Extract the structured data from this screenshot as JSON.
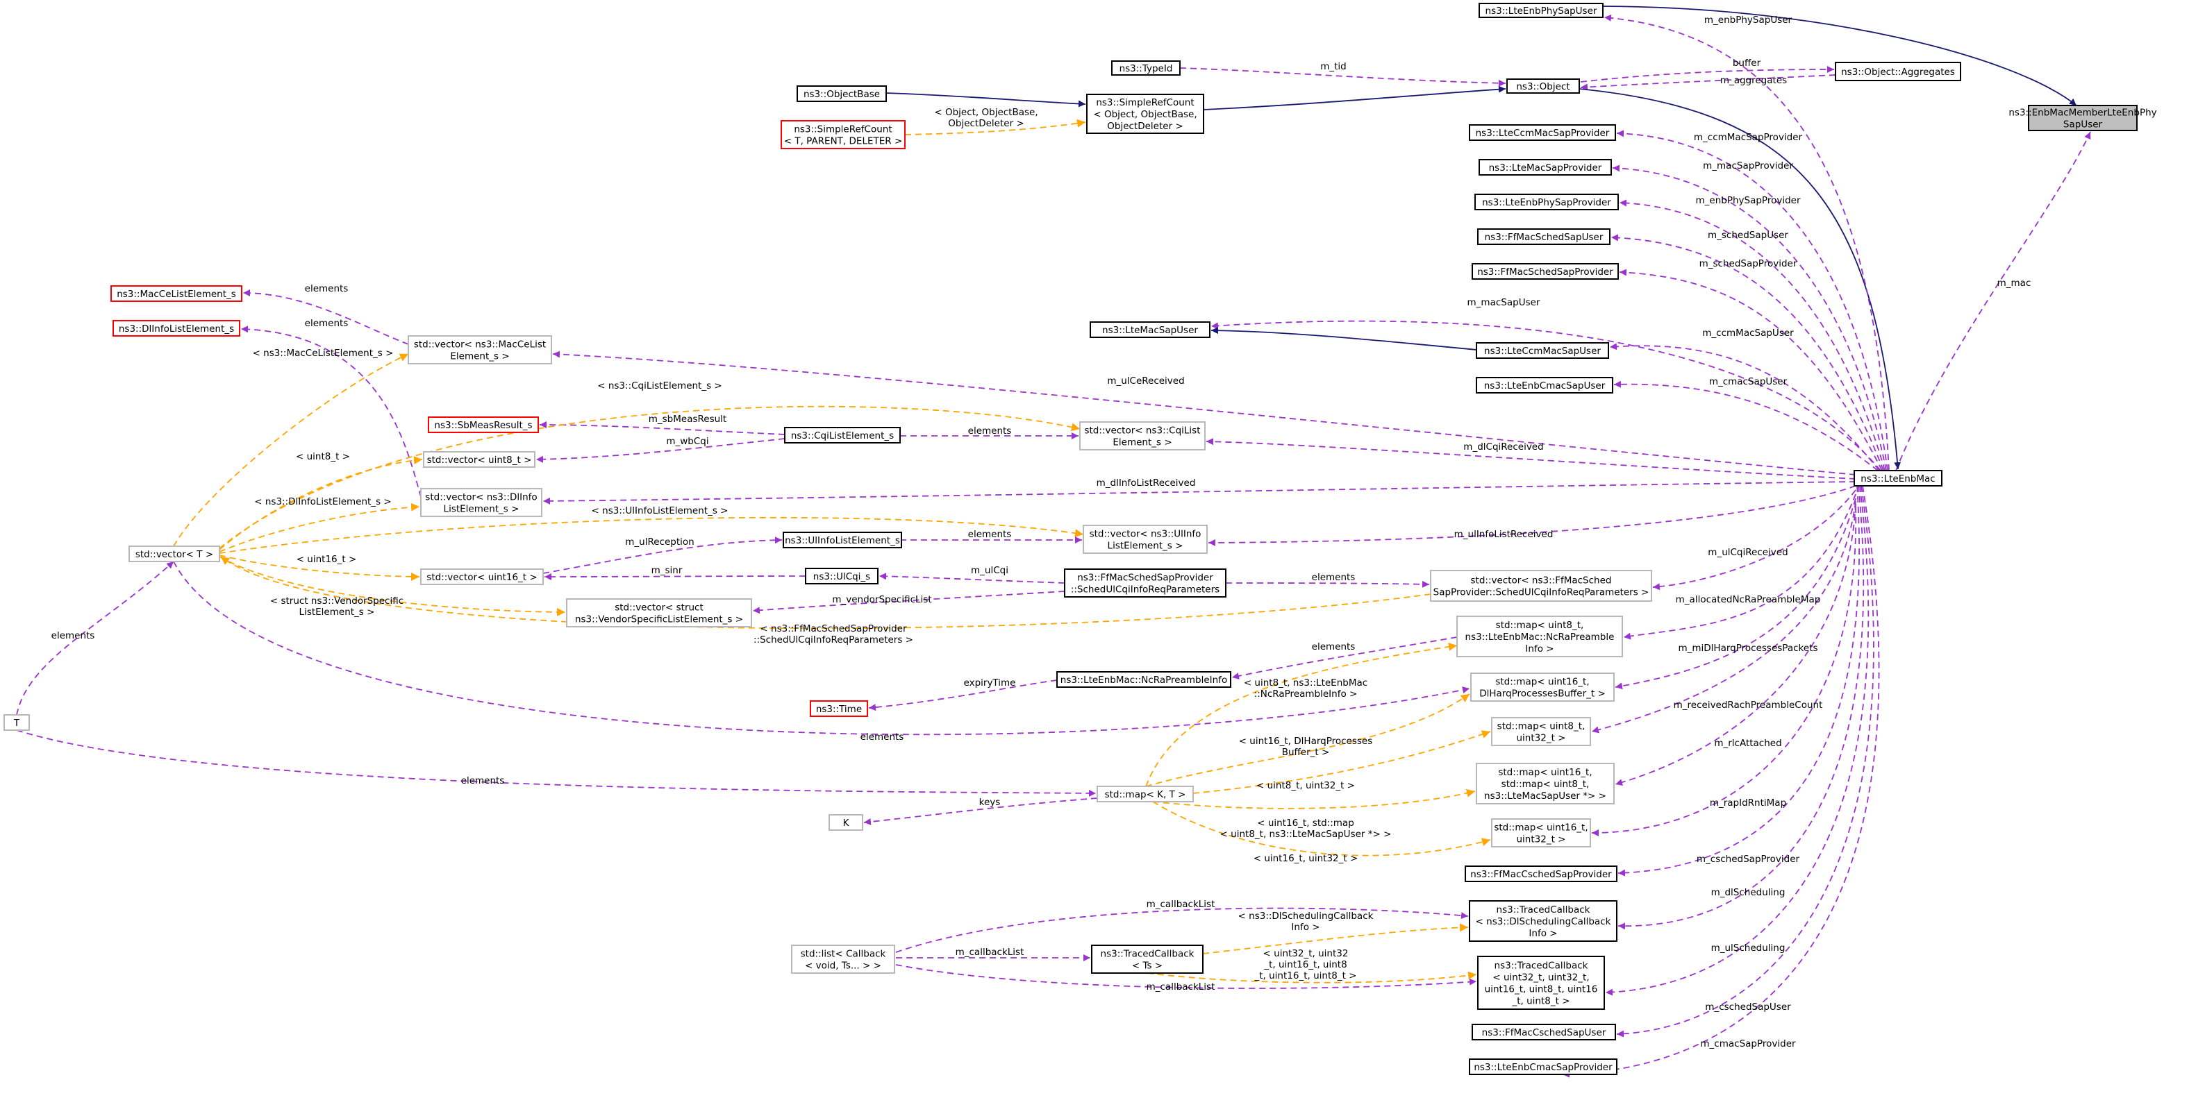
{
  "diagram": {
    "title": "",
    "nodes": [
      {
        "id": "enbMember",
        "label": [
          "ns3::EnbMacMemberLteEnbPhy",
          "SapUser"
        ],
        "style": "focus",
        "interactable": true
      },
      {
        "id": "phySapUser",
        "label": [
          "ns3::LteEnbPhySapUser"
        ],
        "style": "solid",
        "interactable": true
      },
      {
        "id": "typeId",
        "label": [
          "ns3::TypeId"
        ],
        "style": "solid",
        "interactable": true
      },
      {
        "id": "object",
        "label": [
          "ns3::Object"
        ],
        "style": "solid",
        "interactable": true
      },
      {
        "id": "aggregates",
        "label": [
          "ns3::Object::Aggregates"
        ],
        "style": "solid",
        "interactable": true
      },
      {
        "id": "objectBase",
        "label": [
          "ns3::ObjectBase"
        ],
        "style": "solid",
        "interactable": true
      },
      {
        "id": "srcObj",
        "label": [
          "ns3::SimpleRefCount",
          "< Object, ObjectBase,",
          "ObjectDeleter >"
        ],
        "style": "solid",
        "interactable": true
      },
      {
        "id": "srcTpl",
        "label": [
          "ns3::SimpleRefCount",
          "< T, PARENT, DELETER >"
        ],
        "style": "red",
        "interactable": true
      },
      {
        "id": "ccmMacSapProv",
        "label": [
          "ns3::LteCcmMacSapProvider"
        ],
        "style": "solid",
        "interactable": true
      },
      {
        "id": "macSapProv",
        "label": [
          "ns3::LteMacSapProvider"
        ],
        "style": "solid",
        "interactable": true
      },
      {
        "id": "enbPhySapProv",
        "label": [
          "ns3::LteEnbPhySapProvider"
        ],
        "style": "solid",
        "interactable": true
      },
      {
        "id": "ffSchedSapUser",
        "label": [
          "ns3::FfMacSchedSapUser"
        ],
        "style": "solid",
        "interactable": true
      },
      {
        "id": "ffSchedSapProv",
        "label": [
          "ns3::FfMacSchedSapProvider"
        ],
        "style": "solid",
        "interactable": true
      },
      {
        "id": "macSapUser",
        "label": [
          "ns3::LteMacSapUser"
        ],
        "style": "solid",
        "interactable": true
      },
      {
        "id": "ccmMacSapUser",
        "label": [
          "ns3::LteCcmMacSapUser"
        ],
        "style": "solid",
        "interactable": true
      },
      {
        "id": "cmacSapUser",
        "label": [
          "ns3::LteEnbCmacSapUser"
        ],
        "style": "solid",
        "interactable": true
      },
      {
        "id": "lteEnbMac",
        "label": [
          "ns3::LteEnbMac"
        ],
        "style": "solid",
        "interactable": true
      },
      {
        "id": "macCeElem",
        "label": [
          "ns3::MacCeListElement_s"
        ],
        "style": "red",
        "interactable": true
      },
      {
        "id": "dlInfoElem",
        "label": [
          "ns3::DlInfoListElement_s"
        ],
        "style": "red",
        "interactable": true
      },
      {
        "id": "vecMacCe",
        "label": [
          "std::vector< ns3::MacCeList",
          "Element_s >"
        ],
        "style": "gray",
        "interactable": true
      },
      {
        "id": "sbMeas",
        "label": [
          "ns3::SbMeasResult_s"
        ],
        "style": "red",
        "interactable": true
      },
      {
        "id": "cqiElem",
        "label": [
          "ns3::CqiListElement_s"
        ],
        "style": "solid",
        "interactable": true
      },
      {
        "id": "vecCqi",
        "label": [
          "std::vector< ns3::CqiList",
          "Element_s >"
        ],
        "style": "gray",
        "interactable": true
      },
      {
        "id": "vecU8",
        "label": [
          "std::vector< uint8_t >"
        ],
        "style": "gray",
        "interactable": true
      },
      {
        "id": "vecDlInfo",
        "label": [
          "std::vector< ns3::DlInfo",
          "ListElement_s >"
        ],
        "style": "gray",
        "interactable": true
      },
      {
        "id": "vecT",
        "label": [
          "std::vector< T >"
        ],
        "style": "gray",
        "interactable": true
      },
      {
        "id": "ulInfoElem",
        "label": [
          "ns3::UlInfoListElement_s"
        ],
        "style": "solid",
        "interactable": true
      },
      {
        "id": "vecUlInfo",
        "label": [
          "std::vector< ns3::UlInfo",
          "ListElement_s >"
        ],
        "style": "gray",
        "interactable": true
      },
      {
        "id": "vecU16",
        "label": [
          "std::vector< uint16_t >"
        ],
        "style": "gray",
        "interactable": true
      },
      {
        "id": "ulCqi",
        "label": [
          "ns3::UlCqi_s"
        ],
        "style": "solid",
        "interactable": true
      },
      {
        "id": "schedUlCqi",
        "label": [
          "ns3::FfMacSchedSapProvider",
          "::SchedUlCqiInfoReqParameters"
        ],
        "style": "solid",
        "interactable": true
      },
      {
        "id": "vecSchedUlCqi",
        "label": [
          "std::vector< ns3::FfMacSched",
          "SapProvider::SchedUlCqiInfoReqParameters >"
        ],
        "style": "gray",
        "interactable": true
      },
      {
        "id": "vecVendor",
        "label": [
          "std::vector< struct",
          "ns3::VendorSpecificListElement_s >"
        ],
        "style": "gray",
        "interactable": true
      },
      {
        "id": "mapNcRa",
        "label": [
          "std::map< uint8_t,",
          "ns3::LteEnbMac::NcRaPreamble",
          "Info >"
        ],
        "style": "gray",
        "interactable": true
      },
      {
        "id": "ncRaInfo",
        "label": [
          "ns3::LteEnbMac::NcRaPreambleInfo"
        ],
        "style": "solid",
        "interactable": true
      },
      {
        "id": "nsTime",
        "label": [
          "ns3::Time"
        ],
        "style": "red",
        "interactable": true
      },
      {
        "id": "mapDlHarq",
        "label": [
          "std::map< uint16_t,",
          "DlHarqProcessesBuffer_t >"
        ],
        "style": "gray",
        "interactable": true
      },
      {
        "id": "T",
        "label": [
          "T"
        ],
        "style": "gray",
        "interactable": true
      },
      {
        "id": "mapU8U32",
        "label": [
          "std::map< uint8_t,",
          "uint32_t >"
        ],
        "style": "gray",
        "interactable": true
      },
      {
        "id": "mapKT",
        "label": [
          "std::map< K, T >"
        ],
        "style": "gray",
        "interactable": true
      },
      {
        "id": "mapU16Map",
        "label": [
          "std::map< uint16_t,",
          "std::map< uint8_t,",
          "ns3::LteMacSapUser *> >"
        ],
        "style": "gray",
        "interactable": true
      },
      {
        "id": "K",
        "label": [
          "K"
        ],
        "style": "gray",
        "interactable": true
      },
      {
        "id": "mapU16U32",
        "label": [
          "std::map< uint16_t,",
          "uint32_t >"
        ],
        "style": "gray",
        "interactable": true
      },
      {
        "id": "ffCschedSapProv",
        "label": [
          "ns3::FfMacCschedSapProvider"
        ],
        "style": "solid",
        "interactable": true
      },
      {
        "id": "tcDlSched",
        "label": [
          "ns3::TracedCallback",
          "< ns3::DlSchedulingCallback",
          "Info >"
        ],
        "style": "solid",
        "interactable": true
      },
      {
        "id": "listCb",
        "label": [
          "std::list< Callback",
          "< void, Ts... > >"
        ],
        "style": "gray",
        "interactable": true
      },
      {
        "id": "tcTs",
        "label": [
          "ns3::TracedCallback",
          "< Ts >"
        ],
        "style": "solid",
        "interactable": true
      },
      {
        "id": "tcUl",
        "label": [
          "ns3::TracedCallback",
          "< uint32_t, uint32_t,",
          "uint16_t, uint8_t, uint16",
          "_t, uint8_t >"
        ],
        "style": "solid",
        "interactable": true
      },
      {
        "id": "ffCschedSapUser",
        "label": [
          "ns3::FfMacCschedSapUser"
        ],
        "style": "solid",
        "interactable": true
      },
      {
        "id": "cmacSapProv",
        "label": [
          "ns3::LteEnbCmacSapProvider"
        ],
        "style": "solid",
        "interactable": true
      }
    ],
    "edges": [
      {
        "from": "phySapUser",
        "to": "enbMember",
        "kind": "inherit",
        "label": []
      },
      {
        "from": "lteEnbMac",
        "to": "enbMember",
        "kind": "use",
        "label": [
          "m_mac"
        ]
      },
      {
        "from": "typeId",
        "to": "object",
        "kind": "use",
        "label": [
          "m_tid"
        ]
      },
      {
        "from": "aggregates",
        "to": "object",
        "kind": "use",
        "label": [
          "m_aggregates"
        ]
      },
      {
        "from": "object",
        "to": "aggregates",
        "kind": "use",
        "label": [
          "buffer"
        ]
      },
      {
        "from": "srcObj",
        "to": "object",
        "kind": "inherit",
        "label": []
      },
      {
        "from": "objectBase",
        "to": "srcObj",
        "kind": "inherit",
        "label": []
      },
      {
        "from": "srcTpl",
        "to": "srcObj",
        "kind": "tmpl",
        "label": [
          "< Object, ObjectBase,",
          "ObjectDeleter >"
        ]
      },
      {
        "from": "object",
        "to": "lteEnbMac",
        "kind": "inherit",
        "label": []
      },
      {
        "from": "phySapUser",
        "to": "lteEnbMac",
        "kind": "use",
        "label": [
          "m_enbPhySapUser"
        ]
      },
      {
        "from": "ccmMacSapProv",
        "to": "lteEnbMac",
        "kind": "use",
        "label": [
          "m_ccmMacSapProvider"
        ]
      },
      {
        "from": "macSapProv",
        "to": "lteEnbMac",
        "kind": "use",
        "label": [
          "m_macSapProvider"
        ]
      },
      {
        "from": "enbPhySapProv",
        "to": "lteEnbMac",
        "kind": "use",
        "label": [
          "m_enbPhySapProvider"
        ]
      },
      {
        "from": "ffSchedSapUser",
        "to": "lteEnbMac",
        "kind": "use",
        "label": [
          "m_schedSapUser"
        ]
      },
      {
        "from": "ffSchedSapProv",
        "to": "lteEnbMac",
        "kind": "use",
        "label": [
          "m_schedSapProvider"
        ]
      },
      {
        "from": "macSapUser",
        "to": "lteEnbMac",
        "kind": "use",
        "label": [
          "m_macSapUser"
        ]
      },
      {
        "from": "macSapUser",
        "to": "ccmMacSapUser",
        "kind": "inherit",
        "label": []
      },
      {
        "from": "ccmMacSapUser",
        "to": "lteEnbMac",
        "kind": "use",
        "label": [
          "m_ccmMacSapUser"
        ]
      },
      {
        "from": "cmacSapUser",
        "to": "lteEnbMac",
        "kind": "use",
        "label": [
          "m_cmacSapUser"
        ]
      },
      {
        "from": "macCeElem",
        "to": "vecMacCe",
        "kind": "use",
        "label": [
          "elements"
        ]
      },
      {
        "from": "vecMacCe",
        "to": "lteEnbMac",
        "kind": "use",
        "label": [
          "m_ulCeReceived"
        ]
      },
      {
        "from": "vecT",
        "to": "vecMacCe",
        "kind": "tmpl",
        "label": [
          "< ns3::MacCeListElement_s >"
        ]
      },
      {
        "from": "dlInfoElem",
        "to": "vecDlInfo",
        "kind": "use",
        "label": [
          "elements"
        ]
      },
      {
        "from": "sbMeas",
        "to": "cqiElem",
        "kind": "use",
        "label": [
          "m_sbMeasResult"
        ]
      },
      {
        "from": "vecU8",
        "to": "cqiElem",
        "kind": "use",
        "label": [
          "m_wbCqi"
        ]
      },
      {
        "from": "cqiElem",
        "to": "vecCqi",
        "kind": "use",
        "label": [
          "elements"
        ]
      },
      {
        "from": "vecCqi",
        "to": "lteEnbMac",
        "kind": "use",
        "label": [
          "m_dlCqiReceived"
        ]
      },
      {
        "from": "vecT",
        "to": "vecCqi",
        "kind": "tmpl",
        "label": [
          "< ns3::CqiListElement_s >"
        ]
      },
      {
        "from": "vecT",
        "to": "vecU8",
        "kind": "tmpl",
        "label": [
          "< uint8_t >"
        ]
      },
      {
        "from": "vecDlInfo",
        "to": "lteEnbMac",
        "kind": "use",
        "label": [
          "m_dlInfoListReceived"
        ]
      },
      {
        "from": "vecT",
        "to": "vecDlInfo",
        "kind": "tmpl",
        "label": [
          "< ns3::DlInfoListElement_s >"
        ]
      },
      {
        "from": "vecT",
        "to": "vecUlInfo",
        "kind": "tmpl",
        "label": [
          "< ns3::UlInfoListElement_s >"
        ]
      },
      {
        "from": "vecU16",
        "to": "ulInfoElem",
        "kind": "use",
        "label": [
          "m_ulReception"
        ]
      },
      {
        "from": "ulInfoElem",
        "to": "vecUlInfo",
        "kind": "use",
        "label": [
          "elements"
        ]
      },
      {
        "from": "vecUlInfo",
        "to": "lteEnbMac",
        "kind": "use",
        "label": [
          "m_ulInfoListReceived"
        ]
      },
      {
        "from": "vecT",
        "to": "vecU16",
        "kind": "tmpl",
        "label": [
          "< uint16_t >"
        ]
      },
      {
        "from": "vecU16",
        "to": "ulCqi",
        "kind": "use",
        "label": [
          "m_sinr"
        ]
      },
      {
        "from": "ulCqi",
        "to": "schedUlCqi",
        "kind": "use",
        "label": [
          "m_ulCqi"
        ]
      },
      {
        "from": "vecVendor",
        "to": "schedUlCqi",
        "kind": "use",
        "label": [
          "m_vendorSpecificList"
        ]
      },
      {
        "from": "schedUlCqi",
        "to": "vecSchedUlCqi",
        "kind": "use",
        "label": [
          "elements"
        ]
      },
      {
        "from": "vecSchedUlCqi",
        "to": "lteEnbMac",
        "kind": "use",
        "label": [
          "m_ulCqiReceived"
        ]
      },
      {
        "from": "vecT",
        "to": "vecVendor",
        "kind": "tmpl",
        "label": [
          "< struct ns3::VendorSpecific",
          "ListElement_s >"
        ]
      },
      {
        "from": "vecT",
        "to": "vecSchedUlCqi",
        "kind": "tmpl",
        "label": [
          "< ns3::FfMacSchedSapProvider",
          "::SchedUlCqiInfoReqParameters >"
        ]
      },
      {
        "from": "T",
        "to": "vecT",
        "kind": "use",
        "label": [
          "elements"
        ]
      },
      {
        "from": "vecT",
        "to": "mapDlHarq",
        "kind": "use",
        "label": [
          "elements"
        ]
      },
      {
        "from": "T",
        "to": "mapKT",
        "kind": "use",
        "label": [
          "elements"
        ]
      },
      {
        "from": "ncRaInfo",
        "to": "mapNcRa",
        "kind": "use",
        "label": [
          "elements"
        ]
      },
      {
        "from": "nsTime",
        "to": "ncRaInfo",
        "kind": "use",
        "label": [
          "expiryTime"
        ]
      },
      {
        "from": "mapNcRa",
        "to": "lteEnbMac",
        "kind": "use",
        "label": [
          "m_allocatedNcRaPreambleMap"
        ]
      },
      {
        "from": "mapKT",
        "to": "mapNcRa",
        "kind": "tmpl",
        "label": [
          "< uint8_t, ns3::LteEnbMac",
          "::NcRaPreambleInfo >"
        ]
      },
      {
        "from": "mapDlHarq",
        "to": "lteEnbMac",
        "kind": "use",
        "label": [
          "m_miDlHarqProcessesPackets"
        ]
      },
      {
        "from": "mapKT",
        "to": "mapDlHarq",
        "kind": "tmpl",
        "label": [
          "< uint16_t, DlHarqProcesses",
          "Buffer_t >"
        ]
      },
      {
        "from": "mapU8U32",
        "to": "lteEnbMac",
        "kind": "use",
        "label": [
          "m_receivedRachPreambleCount"
        ]
      },
      {
        "from": "mapKT",
        "to": "mapU8U32",
        "kind": "tmpl",
        "label": [
          "< uint8_t, uint32_t >"
        ]
      },
      {
        "from": "K",
        "to": "mapKT",
        "kind": "use",
        "label": [
          "keys"
        ]
      },
      {
        "from": "mapU16Map",
        "to": "lteEnbMac",
        "kind": "use",
        "label": [
          "m_rlcAttached"
        ]
      },
      {
        "from": "mapKT",
        "to": "mapU16Map",
        "kind": "tmpl",
        "label": [
          "< uint16_t, std::map",
          "< uint8_t, ns3::LteMacSapUser *> >"
        ]
      },
      {
        "from": "mapU16U32",
        "to": "lteEnbMac",
        "kind": "use",
        "label": [
          "m_rapIdRntiMap"
        ]
      },
      {
        "from": "mapKT",
        "to": "mapU16U32",
        "kind": "tmpl",
        "label": [
          "< uint16_t, uint32_t >"
        ]
      },
      {
        "from": "ffCschedSapProv",
        "to": "lteEnbMac",
        "kind": "use",
        "label": [
          "m_cschedSapProvider"
        ]
      },
      {
        "from": "listCb",
        "to": "tcDlSched",
        "kind": "use",
        "label": [
          "m_callbackList"
        ]
      },
      {
        "from": "tcDlSched",
        "to": "lteEnbMac",
        "kind": "use",
        "label": [
          "m_dlScheduling"
        ]
      },
      {
        "from": "tcTs",
        "to": "tcDlSched",
        "kind": "tmpl",
        "label": [
          "< ns3::DlSchedulingCallback",
          "Info >"
        ]
      },
      {
        "from": "listCb",
        "to": "tcTs",
        "kind": "use",
        "label": [
          "m_callbackList"
        ]
      },
      {
        "from": "listCb",
        "to": "tcUl",
        "kind": "use",
        "label": [
          "m_callbackList"
        ]
      },
      {
        "from": "tcTs",
        "to": "tcUl",
        "kind": "tmpl",
        "label": [
          "< uint32_t, uint32",
          "_t, uint16_t, uint8",
          "_t, uint16_t, uint8_t >"
        ]
      },
      {
        "from": "tcUl",
        "to": "lteEnbMac",
        "kind": "use",
        "label": [
          "m_ulScheduling"
        ]
      },
      {
        "from": "ffCschedSapUser",
        "to": "lteEnbMac",
        "kind": "use",
        "label": [
          "m_cschedSapUser"
        ]
      },
      {
        "from": "cmacSapProv",
        "to": "lteEnbMac",
        "kind": "use",
        "label": [
          "m_cmacSapProvider"
        ]
      }
    ]
  }
}
